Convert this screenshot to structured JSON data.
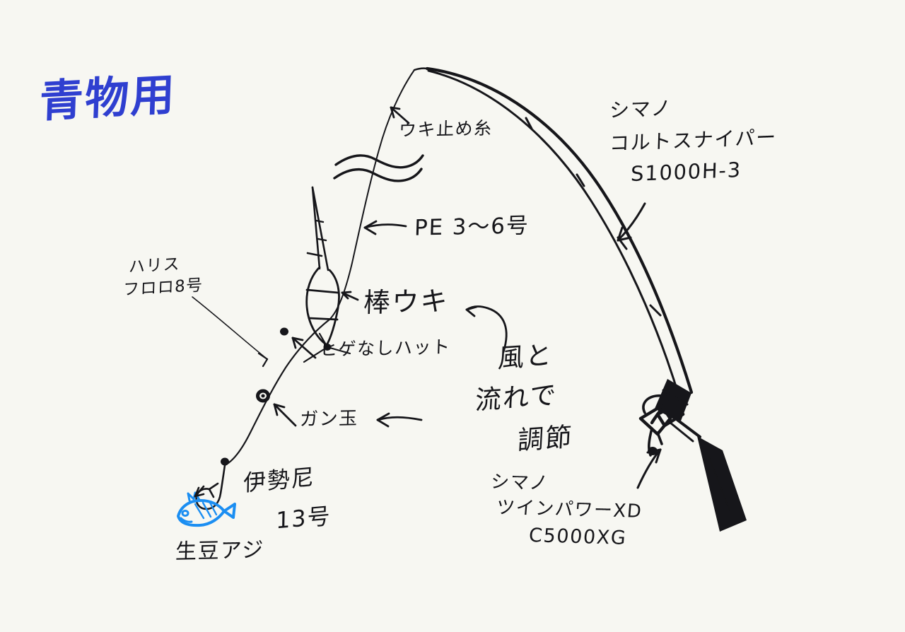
{
  "page": {
    "background_color": "#f7f7f2",
    "ink_color": "#16161a",
    "title_color": "#2f3fd0",
    "fish_color": "#1b8ef2",
    "kind": "hand-drawn fishing tackle rig diagram"
  },
  "title": {
    "text": "青物用"
  },
  "labels": {
    "rod": {
      "line1": "シマノ",
      "line2": "コルトスナイパー",
      "line3": "S1000H-3"
    },
    "reel": {
      "line1": "シマノ",
      "line2": "ツインパワーXD",
      "line3": "C5000XG"
    },
    "uki_dome": "ウキ止め糸",
    "pe_line": "PE 3〜6号",
    "harisu": {
      "line1": "ハリス",
      "line2": "フロロ8号"
    },
    "bou_uki": "棒ウキ",
    "hige_nashi_hat": "ヒゲなしハット",
    "gandama": "ガン玉",
    "adjust_note": {
      "line1": "風と",
      "line2": "流れで",
      "line3": "調節"
    },
    "hook": {
      "line1": "伊勢尼",
      "line2": "13号"
    },
    "bait": "生豆アジ"
  }
}
